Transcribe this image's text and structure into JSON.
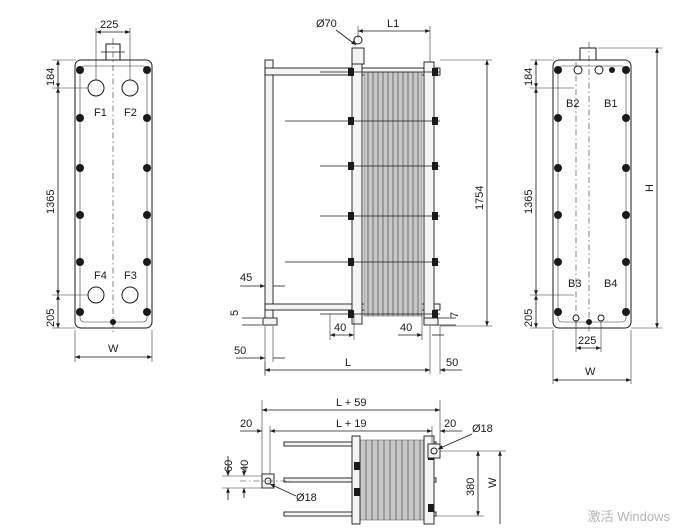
{
  "front_view": {
    "width_label": "W",
    "port_spacing": "225",
    "top_offset": "184",
    "port_distance": "1365",
    "bottom_offset": "205",
    "ports": [
      "F1",
      "F2",
      "F3",
      "F4"
    ]
  },
  "side_view": {
    "pipe_diameter": "Ø70",
    "length_label": "L",
    "length_l1": "L1",
    "height": "1754",
    "column_width": "45",
    "foot_height": "5",
    "base_offset": "50",
    "right_offset": "50",
    "support_left": "40",
    "support_right": "40",
    "foot_right": "7"
  },
  "back_view": {
    "width_label": "W",
    "height_label": "H",
    "port_spacing": "225",
    "top_offset": "184",
    "port_distance": "1365",
    "bottom_offset": "205",
    "ports": [
      "B1",
      "B2",
      "B3",
      "B4"
    ]
  },
  "top_view": {
    "overall_length": "L + 59",
    "inner_length": "L + 19",
    "left_offset_top": "20",
    "right_offset_top": "20",
    "hole_diameter_top": "Ø18",
    "hole_diameter_bottom": "Ø18",
    "dim_60": "60",
    "dim_40": "40",
    "dim_380": "380",
    "width_label": "W"
  },
  "watermark": "激活 Windows"
}
